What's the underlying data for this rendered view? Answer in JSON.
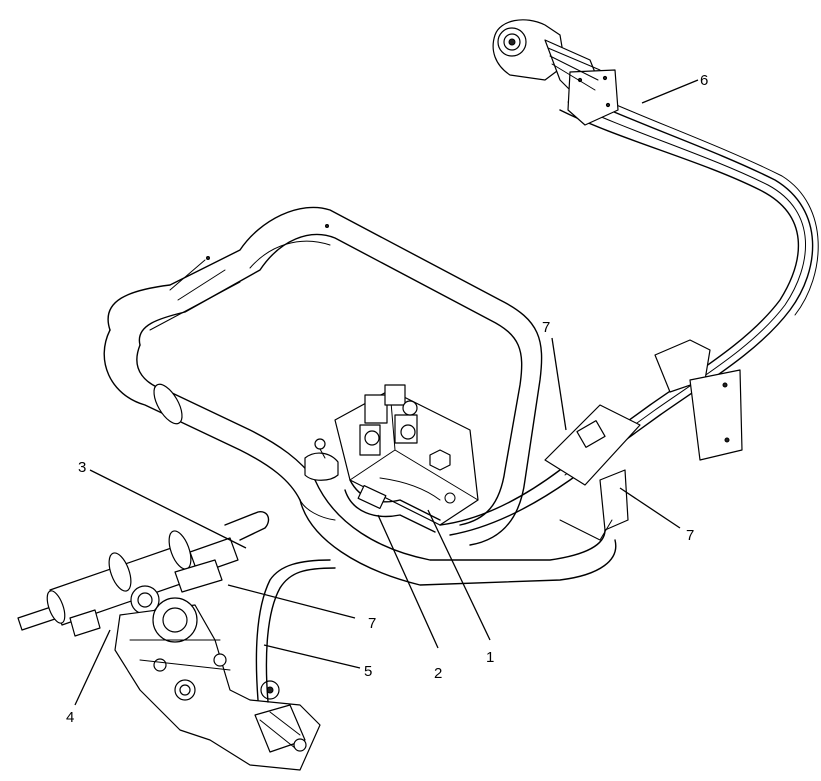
{
  "callouts": {
    "c1": "1",
    "c2": "2",
    "c3": "3",
    "c4": "4",
    "c5": "5",
    "c6": "6",
    "c7a": "7",
    "c7b": "7",
    "c7c": "7"
  },
  "colors": {
    "line": "#000000",
    "background": "#ffffff"
  }
}
